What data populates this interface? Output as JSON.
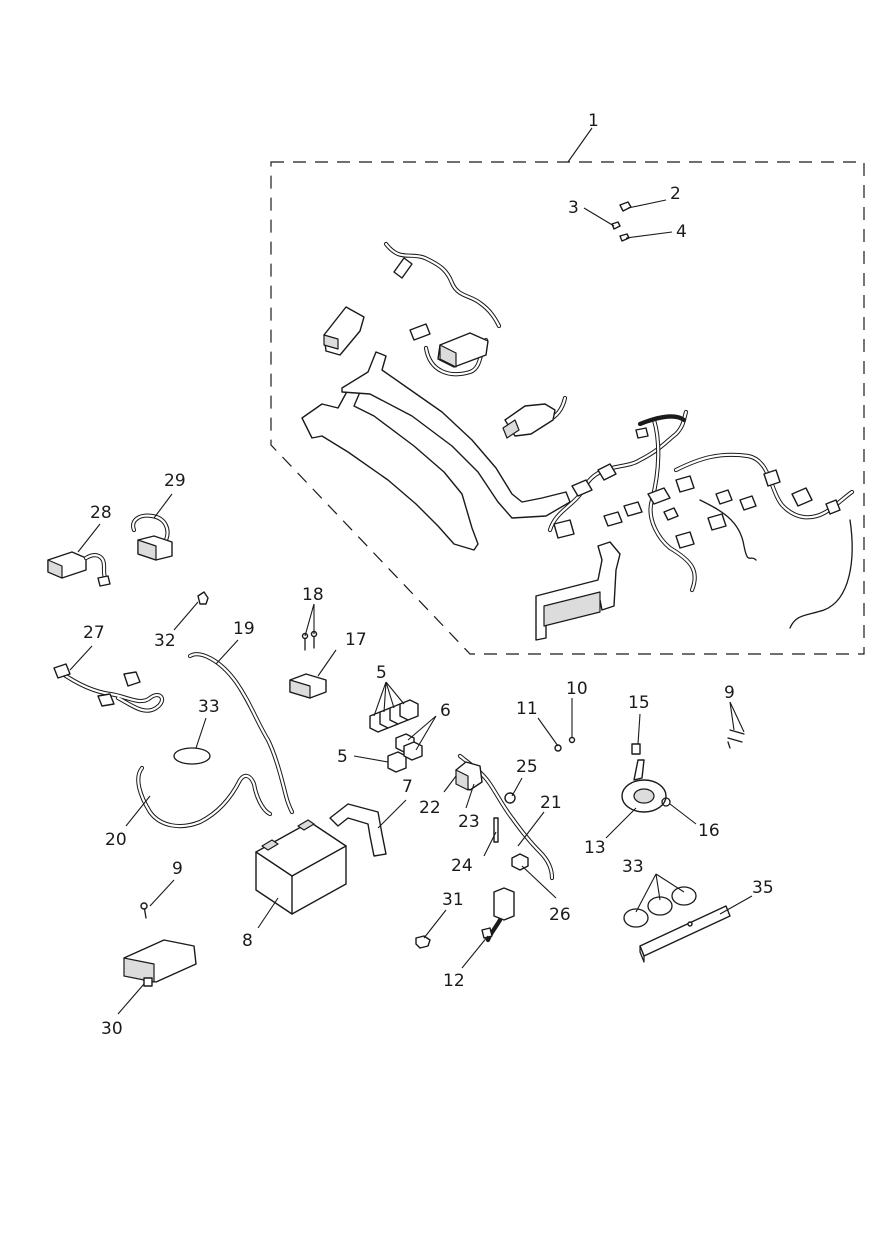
{
  "diagram": {
    "callouts": [
      {
        "id": "c1",
        "label": "1"
      },
      {
        "id": "c2",
        "label": "2"
      },
      {
        "id": "c3",
        "label": "3"
      },
      {
        "id": "c4",
        "label": "4"
      },
      {
        "id": "c5a",
        "label": "5"
      },
      {
        "id": "c5b",
        "label": "5"
      },
      {
        "id": "c6",
        "label": "6"
      },
      {
        "id": "c7",
        "label": "7"
      },
      {
        "id": "c8",
        "label": "8"
      },
      {
        "id": "c9a",
        "label": "9"
      },
      {
        "id": "c9b",
        "label": "9"
      },
      {
        "id": "c10",
        "label": "10"
      },
      {
        "id": "c11",
        "label": "11"
      },
      {
        "id": "c12",
        "label": "12"
      },
      {
        "id": "c13",
        "label": "13"
      },
      {
        "id": "c15",
        "label": "15"
      },
      {
        "id": "c16",
        "label": "16"
      },
      {
        "id": "c17",
        "label": "17"
      },
      {
        "id": "c18",
        "label": "18"
      },
      {
        "id": "c19",
        "label": "19"
      },
      {
        "id": "c20",
        "label": "20"
      },
      {
        "id": "c21",
        "label": "21"
      },
      {
        "id": "c22",
        "label": "22"
      },
      {
        "id": "c23",
        "label": "23"
      },
      {
        "id": "c24",
        "label": "24"
      },
      {
        "id": "c25",
        "label": "25"
      },
      {
        "id": "c26",
        "label": "26"
      },
      {
        "id": "c27",
        "label": "27"
      },
      {
        "id": "c28",
        "label": "28"
      },
      {
        "id": "c29",
        "label": "29"
      },
      {
        "id": "c30",
        "label": "30"
      },
      {
        "id": "c31",
        "label": "31"
      },
      {
        "id": "c32",
        "label": "32"
      },
      {
        "id": "c33a",
        "label": "33"
      },
      {
        "id": "c33b",
        "label": "33"
      },
      {
        "id": "c35",
        "label": "35"
      }
    ]
  }
}
